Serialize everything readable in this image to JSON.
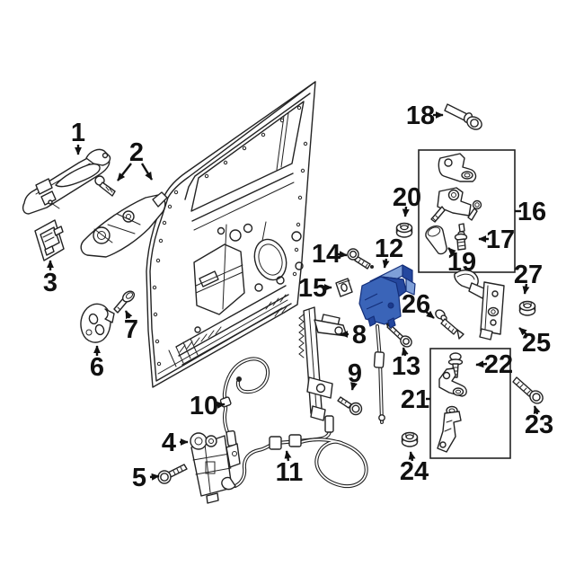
{
  "diagram": {
    "title": "exploded rear door hardware parts diagram",
    "background": "#ffffff",
    "line_color": "#232323",
    "label_color": "#111111",
    "highlighted_part": "12",
    "highlight": {
      "fill": "#3a64b8",
      "light": "#7e9fd8",
      "dark": "#24479e",
      "outline": "#142f7a"
    },
    "callouts": [
      {
        "num": "1"
      },
      {
        "num": "2"
      },
      {
        "num": "3"
      },
      {
        "num": "4"
      },
      {
        "num": "5"
      },
      {
        "num": "6"
      },
      {
        "num": "7"
      },
      {
        "num": "8"
      },
      {
        "num": "9"
      },
      {
        "num": "10"
      },
      {
        "num": "11"
      },
      {
        "num": "12"
      },
      {
        "num": "13"
      },
      {
        "num": "14"
      },
      {
        "num": "15"
      },
      {
        "num": "16"
      },
      {
        "num": "17"
      },
      {
        "num": "18"
      },
      {
        "num": "19"
      },
      {
        "num": "20"
      },
      {
        "num": "21"
      },
      {
        "num": "22"
      },
      {
        "num": "23"
      },
      {
        "num": "24"
      },
      {
        "num": "25"
      },
      {
        "num": "26"
      },
      {
        "num": "27"
      }
    ]
  }
}
